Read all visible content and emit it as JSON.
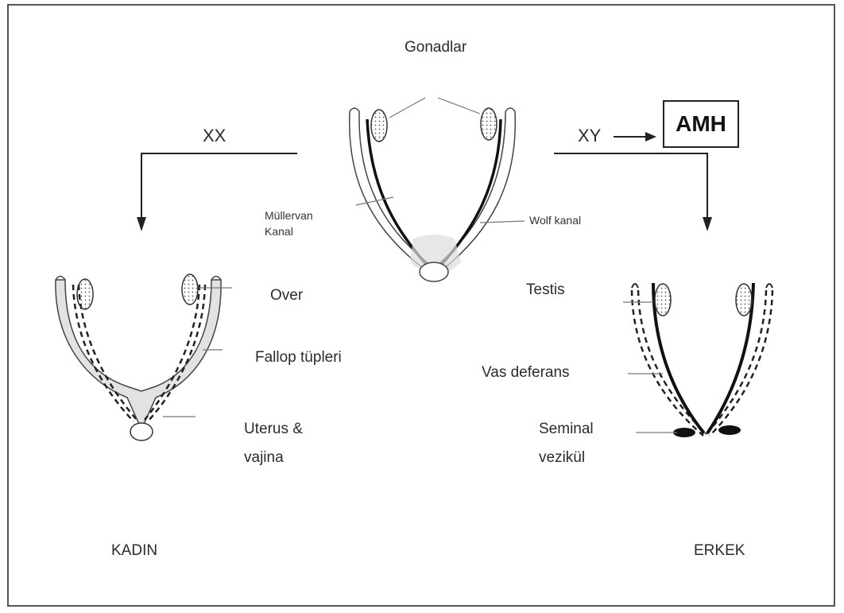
{
  "labels": {
    "gonadlar": "Gonadlar",
    "xx": "XX",
    "xy": "XY",
    "amh": "AMH",
    "mullerian_line1": "Müllervan",
    "mullerian_line2": "Kanal",
    "wolf": "Wolf kanal",
    "over": "Over",
    "fallop": "Fallop tüpleri",
    "uterus_line1": "Uterus &",
    "uterus_line2": "vajina",
    "testis": "Testis",
    "vas": "Vas deferans",
    "seminal_line1": "Seminal",
    "seminal_line2": "vezikül",
    "kadin": "KADIN",
    "erkek": "ERKEK"
  }
}
